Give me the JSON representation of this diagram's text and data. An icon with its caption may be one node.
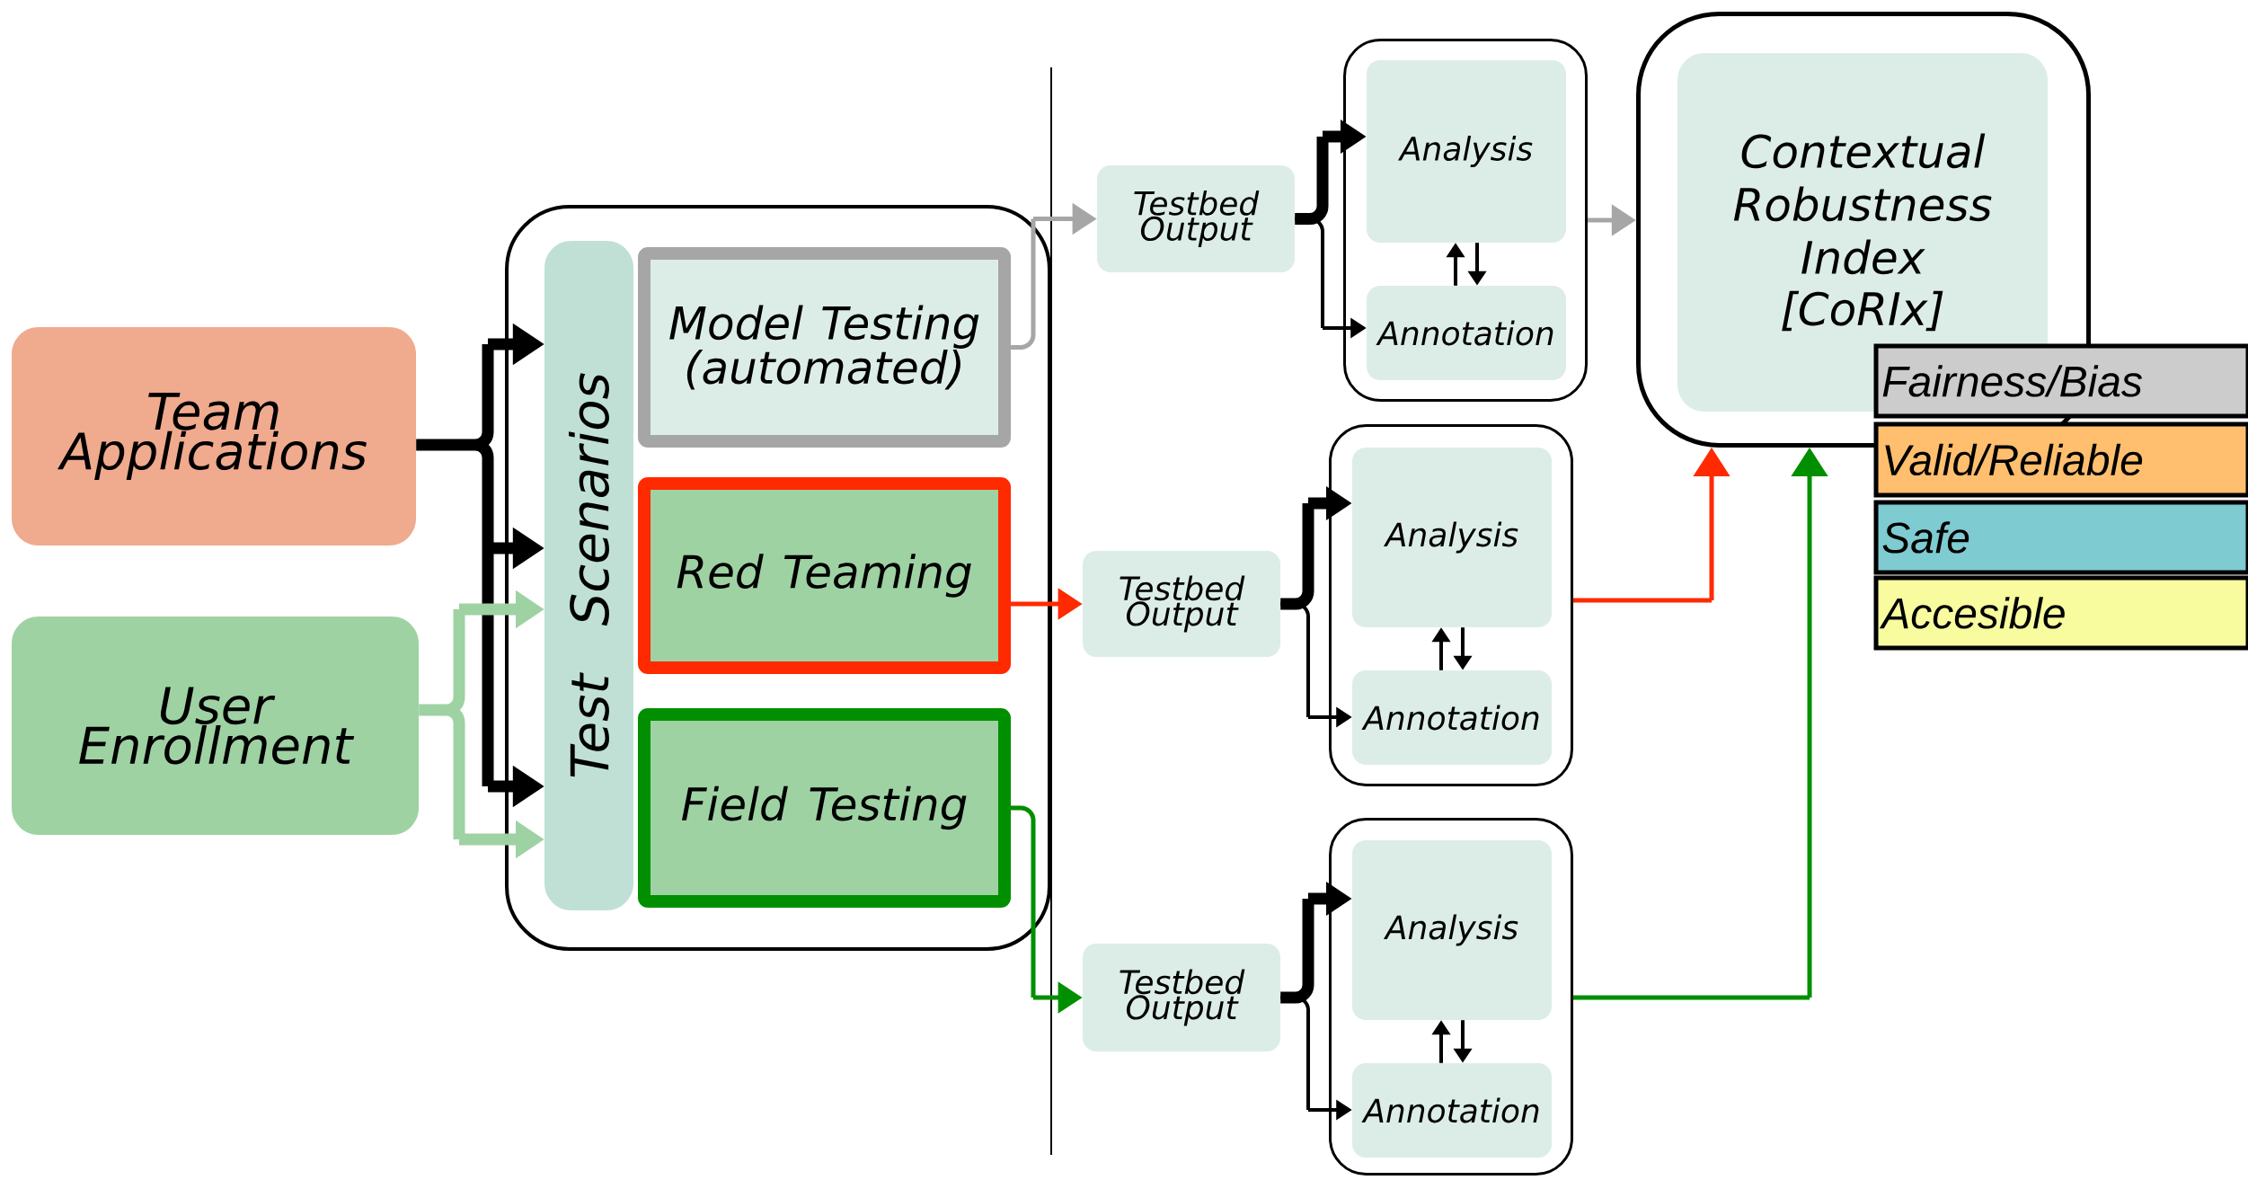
{
  "diagram": {
    "nodes": [
      {
        "text": [
          "Team Applications"
        ]
      },
      {
        "text": [
          "User Enrollment"
        ]
      },
      {
        "text": [],
        "shape": "box"
      },
      {
        "text": [
          "Test Scenarios"
        ],
        "in": 2
      },
      {
        "text": [
          "Model Testing (automated)"
        ],
        "in": 2
      },
      {
        "text": [
          "Red Teaming"
        ],
        "in": 2
      },
      {
        "text": [
          "Field Testing"
        ],
        "in": 2
      },
      {
        "text": [
          "Testbed Output"
        ]
      },
      {
        "text": [],
        "shape": "box"
      },
      {
        "text": [
          "Analysis"
        ],
        "in": 8
      },
      {
        "text": [
          "Annotation"
        ],
        "in": 8
      },
      {
        "text": [
          "Testbed Output"
        ]
      },
      {
        "text": [],
        "shape": "box"
      },
      {
        "text": [
          "Analysis"
        ],
        "in": 12
      },
      {
        "text": [
          "Annotation"
        ],
        "in": 12
      },
      {
        "text": [
          "Testbed Output"
        ]
      },
      {
        "text": [],
        "shape": "box"
      },
      {
        "text": [
          "Analysis"
        ],
        "in": 16
      },
      {
        "text": [
          "Annotation"
        ],
        "in": 16
      },
      {
        "text": [],
        "shape": "box"
      },
      {
        "text": [
          "Contextual Robustness Index",
          "[CoRIx]"
        ],
        "in": 19
      }
    ],
    "edges": [
      {
        "from": 0,
        "to": 3,
        "arrow": "to",
        "style": "thick"
      },
      {
        "from": 1,
        "to": 3,
        "arrow": "to",
        "style": "thick",
        "color": "#9ed2a3"
      },
      {
        "from": 4,
        "to": 7,
        "arrow": "to",
        "color": "#a6a6a6"
      },
      {
        "from": 5,
        "to": 11,
        "arrow": "to",
        "color": "#ff2a00"
      },
      {
        "from": 6,
        "to": 15,
        "arrow": "to",
        "color": "#008f00"
      },
      {
        "from": 7,
        "to": 9,
        "arrow": "to",
        "style": "thick"
      },
      {
        "from": 7,
        "to": 10,
        "arrow": "to"
      },
      {
        "from": 10,
        "to": 9,
        "arrow": "to"
      },
      {
        "from": 9,
        "to": 10,
        "arrow": "to"
      },
      {
        "from": 11,
        "to": 13,
        "arrow": "to",
        "style": "thick"
      },
      {
        "from": 11,
        "to": 14,
        "arrow": "to"
      },
      {
        "from": 14,
        "to": 13,
        "arrow": "to"
      },
      {
        "from": 13,
        "to": 14,
        "arrow": "to"
      },
      {
        "from": 15,
        "to": 17,
        "arrow": "to",
        "style": "thick"
      },
      {
        "from": 15,
        "to": 18,
        "arrow": "to"
      },
      {
        "from": 18,
        "to": 17,
        "arrow": "to"
      },
      {
        "from": 17,
        "to": 18,
        "arrow": "to"
      },
      {
        "from": 8,
        "to": 19,
        "arrow": "to",
        "color": "#a6a6a6"
      },
      {
        "from": 12,
        "to": 19,
        "arrow": "to",
        "color": "#ff2a00"
      },
      {
        "from": 16,
        "to": 19,
        "arrow": "to",
        "color": "#008f00"
      }
    ],
    "legend": [
      {
        "text": "Fairness/Bias",
        "color": "#cccccc"
      },
      {
        "text": "Valid/Reliable",
        "color": "#ffbf6e"
      },
      {
        "text": "Safe",
        "color": "#7ecbd1"
      },
      {
        "text": "Accesible",
        "color": "#f8fb9e"
      }
    ]
  }
}
